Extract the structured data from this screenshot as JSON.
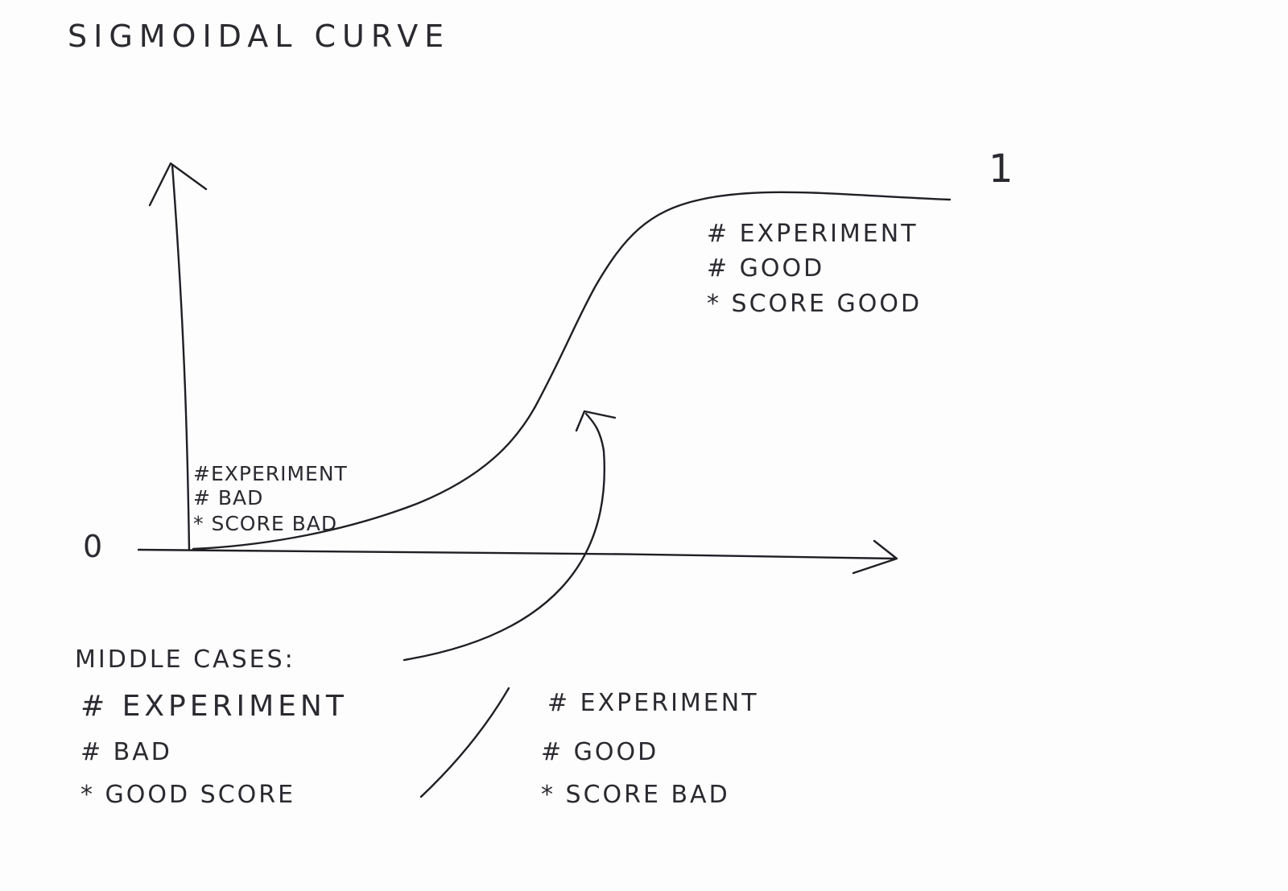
{
  "title": "SIGMOIDAL CURVE",
  "axis": {
    "y_top_label": "1",
    "origin_label": "0"
  },
  "top_right_note": {
    "lines": [
      "# EXPERIMENT",
      "# GOOD",
      "* SCORE GOOD"
    ]
  },
  "bottom_left_note": {
    "lines": [
      "#EXPERIMENT",
      "# BAD",
      "* SCORE BAD"
    ]
  },
  "middle_cases": {
    "heading": "MIDDLE CASES:",
    "left_case": [
      "# EXPERIMENT",
      "# BAD",
      "* GOOD SCORE"
    ],
    "right_case": [
      "# EXPERIMENT",
      "# GOOD",
      "* SCORE BAD"
    ]
  },
  "colors": {
    "paper": "#fdfdfe",
    "ink": "#1f1f24"
  }
}
